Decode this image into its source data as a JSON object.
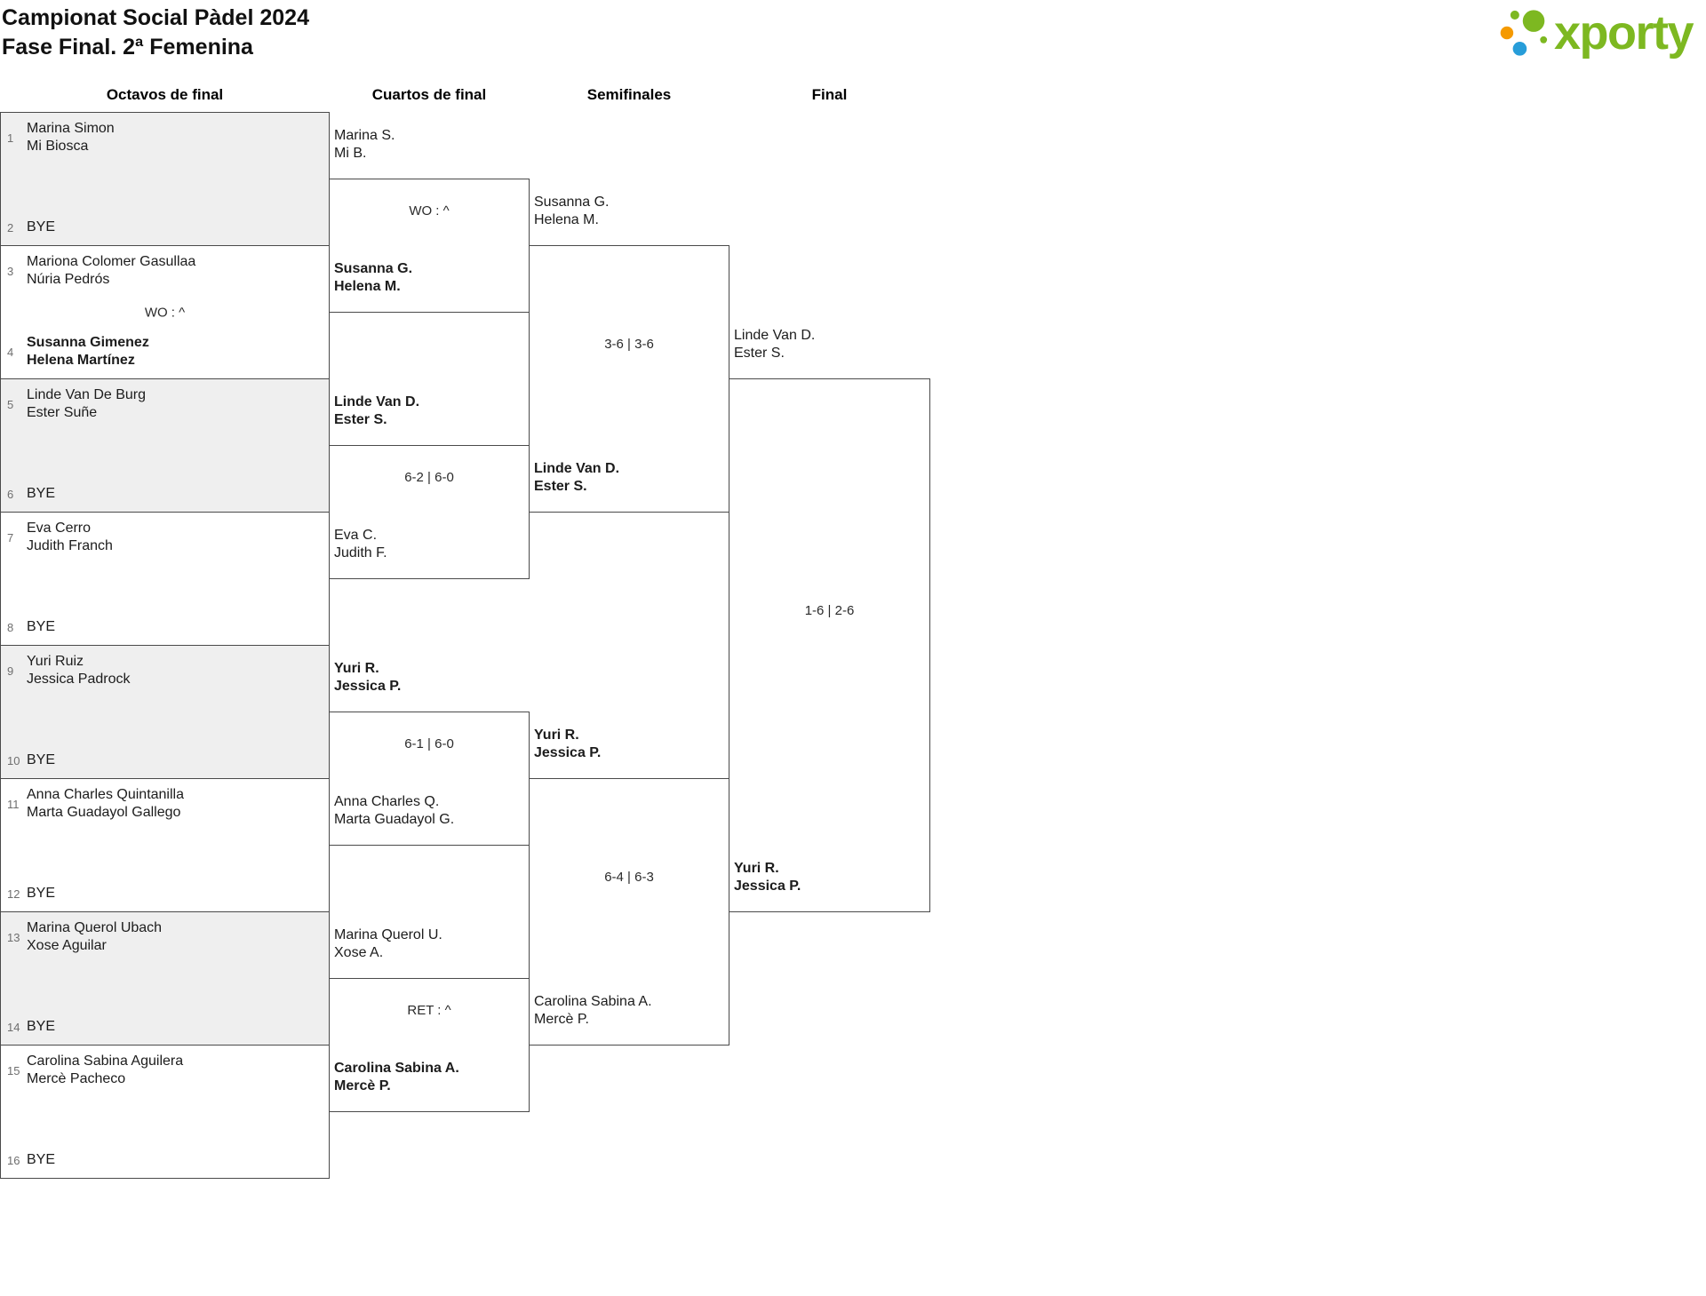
{
  "header": {
    "title": "Campionat Social Pàdel 2024",
    "subtitle": "Fase Final. 2ª Femenina",
    "logo_text": "xporty",
    "brand_green": "#7db821",
    "brand_orange": "#f59a00",
    "brand_blue": "#279dd9"
  },
  "round_headers": [
    "Octavos de final",
    "Cuartos de final",
    "Semifinales",
    "Final"
  ],
  "r16": [
    {
      "seed_top": "1",
      "top1": "Marina Simon",
      "top2": "Mi Biosca",
      "note": "",
      "seed_bottom": "2",
      "bottom1": "BYE",
      "bottom2": ""
    },
    {
      "seed_top": "3",
      "top1": "Mariona Colomer Gasullaa",
      "top2": "Núria Pedrós",
      "note": "WO : ^",
      "seed_bottom": "4",
      "bottom1": "Susanna Gimenez",
      "bottom2": "Helena Martínez"
    },
    {
      "seed_top": "5",
      "top1": "Linde Van De Burg",
      "top2": "Ester Suñe",
      "note": "",
      "seed_bottom": "6",
      "bottom1": "BYE",
      "bottom2": ""
    },
    {
      "seed_top": "7",
      "top1": "Eva Cerro",
      "top2": "Judith Franch",
      "note": "",
      "seed_bottom": "8",
      "bottom1": "BYE",
      "bottom2": ""
    },
    {
      "seed_top": "9",
      "top1": "Yuri Ruiz",
      "top2": "Jessica Padrock",
      "note": "",
      "seed_bottom": "10",
      "bottom1": "BYE",
      "bottom2": ""
    },
    {
      "seed_top": "11",
      "top1": "Anna Charles Quintanilla",
      "top2": "Marta Guadayol Gallego",
      "note": "",
      "seed_bottom": "12",
      "bottom1": "BYE",
      "bottom2": ""
    },
    {
      "seed_top": "13",
      "top1": "Marina Querol Ubach",
      "top2": "Xose Aguilar",
      "note": "",
      "seed_bottom": "14",
      "bottom1": "BYE",
      "bottom2": ""
    },
    {
      "seed_top": "15",
      "top1": "Carolina Sabina Aguilera",
      "top2": "Mercè Pacheco",
      "note": "",
      "seed_bottom": "16",
      "bottom1": "BYE",
      "bottom2": ""
    }
  ],
  "quarterfinals": [
    {
      "top1": "Marina S.",
      "top2": "Mi B.",
      "score": "WO : ^",
      "bottom1": "Susanna G.",
      "bottom2": "Helena M."
    },
    {
      "top1": "Linde Van D.",
      "top2": "Ester S.",
      "score": "6-2 | 6-0",
      "bottom1": "Eva C.",
      "bottom2": "Judith F."
    },
    {
      "top1": "Yuri R.",
      "top2": "Jessica P.",
      "score": "6-1 | 6-0",
      "bottom1": "Anna Charles Q.",
      "bottom2": "Marta Guadayol G."
    },
    {
      "top1": "Marina Querol U.",
      "top2": "Xose A.",
      "score": "RET : ^",
      "bottom1": "Carolina Sabina A.",
      "bottom2": "Mercè P."
    }
  ],
  "semifinals": [
    {
      "top1": "Susanna G.",
      "top2": "Helena M.",
      "score": "3-6 | 3-6",
      "bottom1": "Linde Van D.",
      "bottom2": "Ester S."
    },
    {
      "top1": "Yuri R.",
      "top2": "Jessica P.",
      "score": "6-4 | 6-3",
      "bottom1": "Carolina Sabina A.",
      "bottom2": "Mercè P."
    }
  ],
  "final": [
    {
      "top1": "Linde Van D.",
      "top2": "Ester S.",
      "score": "1-6 | 2-6",
      "bottom1": "Yuri R.",
      "bottom2": "Jessica P."
    }
  ]
}
